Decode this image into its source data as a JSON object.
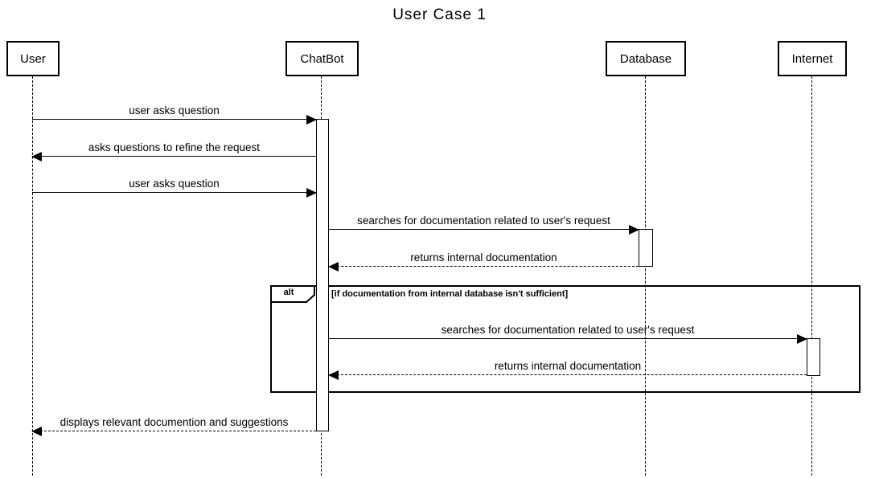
{
  "title": "User Case 1",
  "participants": [
    {
      "name": "User"
    },
    {
      "name": "ChatBot"
    },
    {
      "name": "Database"
    },
    {
      "name": "Internet"
    }
  ],
  "messages": [
    {
      "from": "User",
      "to": "ChatBot",
      "label": "user asks question",
      "line": "solid",
      "direction": "right"
    },
    {
      "from": "ChatBot",
      "to": "User",
      "label": "asks questions to refine the request",
      "line": "solid",
      "direction": "left"
    },
    {
      "from": "User",
      "to": "ChatBot",
      "label": "user asks question",
      "line": "solid",
      "direction": "right"
    },
    {
      "from": "ChatBot",
      "to": "Database",
      "label": "searches for documentation related to user's request",
      "line": "solid",
      "direction": "right"
    },
    {
      "from": "Database",
      "to": "ChatBot",
      "label": "returns internal documentation",
      "line": "dashed",
      "direction": "left"
    },
    {
      "from": "ChatBot",
      "to": "Internet",
      "label": "searches for documentation related to user's request",
      "line": "solid",
      "direction": "right"
    },
    {
      "from": "Internet",
      "to": "ChatBot",
      "label": "returns internal documentation",
      "line": "dashed",
      "direction": "left"
    },
    {
      "from": "ChatBot",
      "to": "User",
      "label": "displays relevant documention and suggestions",
      "line": "dashed",
      "direction": "left"
    }
  ],
  "fragment": {
    "operator": "alt",
    "condition": "[if documentation from internal database isn't sufficient]"
  },
  "colors": {
    "line": "#000000",
    "background": "#ffffff"
  }
}
